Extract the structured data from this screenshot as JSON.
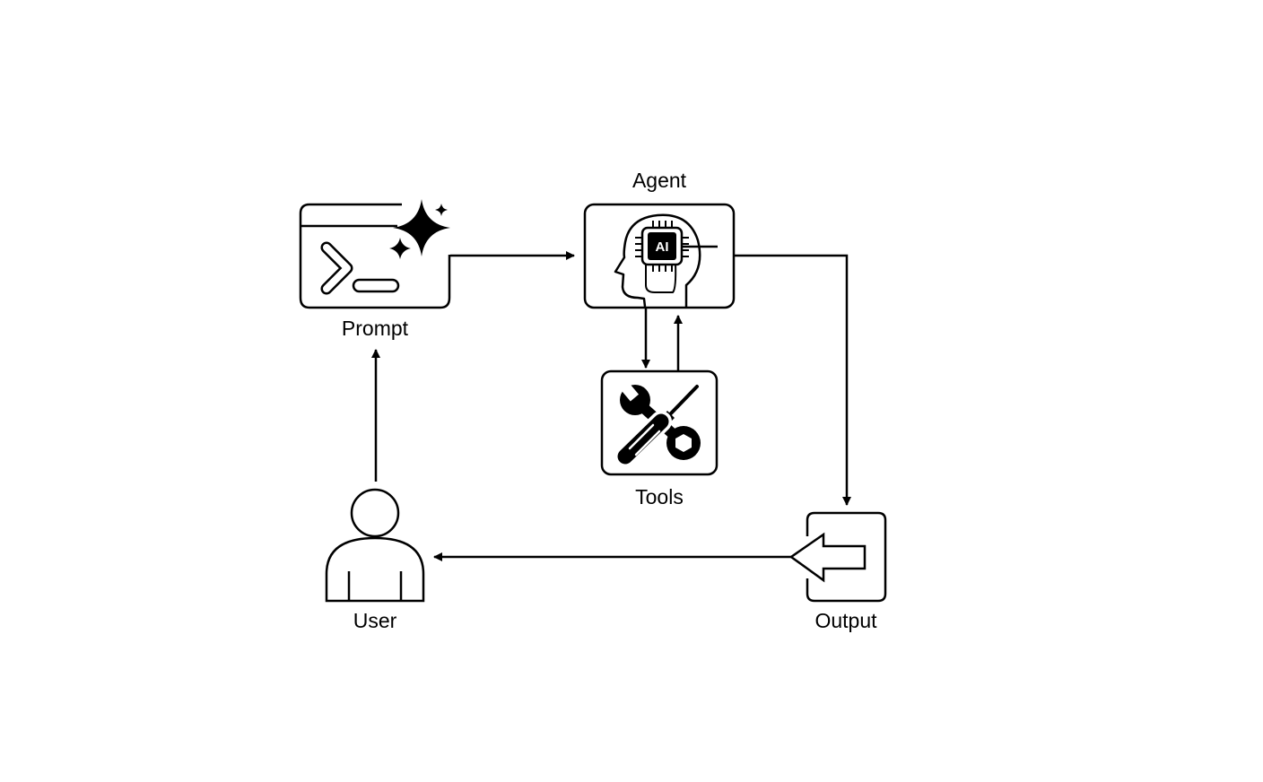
{
  "nodes": {
    "prompt": {
      "label": "Prompt",
      "icon": "terminal-sparkle-icon"
    },
    "agent": {
      "label": "Agent",
      "icon": "ai-head-icon",
      "chip_text": "AI"
    },
    "tools": {
      "label": "Tools",
      "icon": "wrench-screwdriver-icon"
    },
    "output": {
      "label": "Output",
      "icon": "exit-arrow-icon"
    },
    "user": {
      "label": "User",
      "icon": "user-icon"
    }
  },
  "edges": [
    {
      "from": "Prompt",
      "to": "Agent"
    },
    {
      "from": "Agent",
      "to": "Tools"
    },
    {
      "from": "Tools",
      "to": "Agent"
    },
    {
      "from": "Agent",
      "to": "Output"
    },
    {
      "from": "Output",
      "to": "User"
    },
    {
      "from": "User",
      "to": "Prompt"
    }
  ],
  "colors": {
    "stroke": "#000000",
    "background": "#ffffff"
  }
}
